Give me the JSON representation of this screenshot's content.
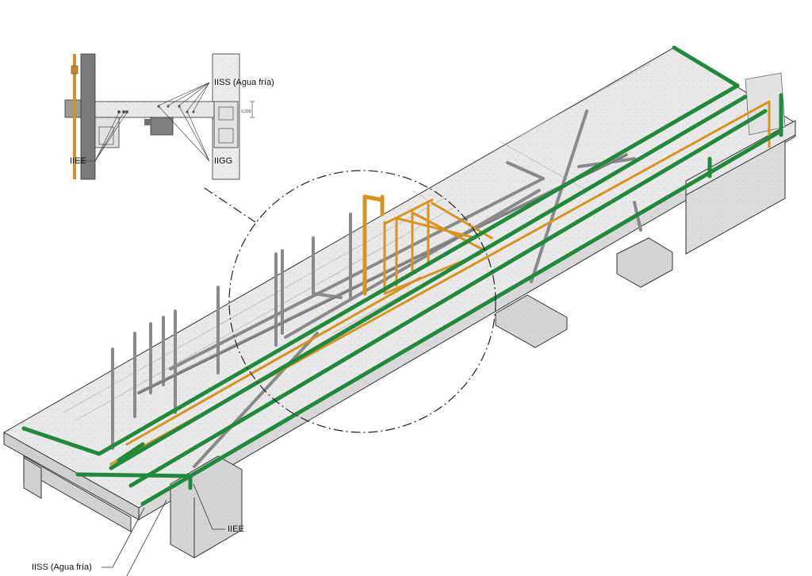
{
  "detail": {
    "labels": {
      "water": "IISS (Agua fría)",
      "electrical": "IIEE",
      "gas": "IIGG",
      "dimension": "0,200"
    }
  },
  "main": {
    "labels": {
      "electrical": "IIEE",
      "water": "IISS (Agua fría)"
    }
  },
  "colors": {
    "water_pipe": "#1f8a3c",
    "electrical_conduit": "#d8931f",
    "gas_pipe": "#8a8a8a",
    "concrete_top": "#e8e8e8",
    "concrete_side": "#d6d6d6",
    "concrete_front": "#c8c8c8",
    "outline": "#333333"
  }
}
